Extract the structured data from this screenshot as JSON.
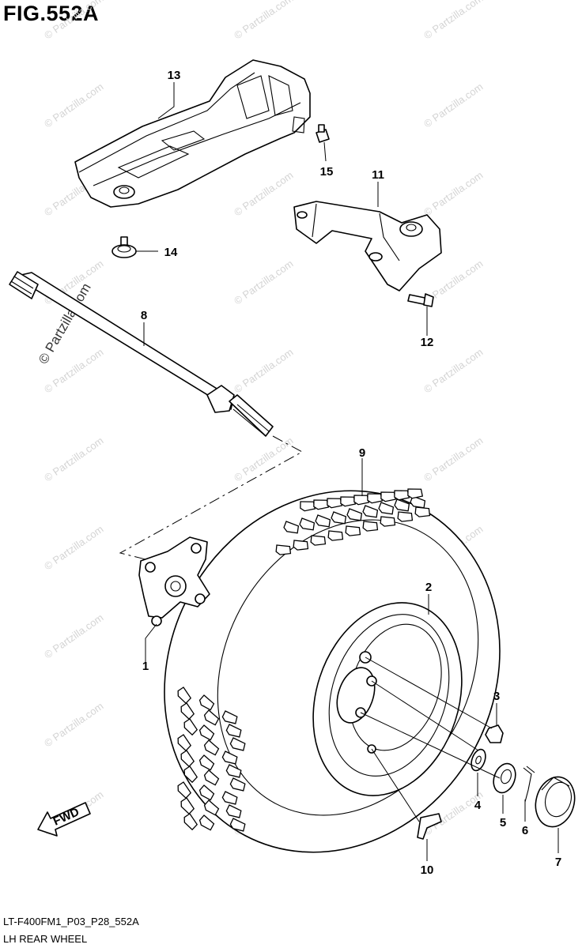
{
  "figure": {
    "title": "FIG.552A",
    "drawing_code": "LT-F400FM1_P03_P28_552A",
    "section_name": "LH REAR WHEEL"
  },
  "callouts": [
    "1",
    "2",
    "3",
    "4",
    "5",
    "6",
    "7",
    "8",
    "9",
    "10",
    "11",
    "12",
    "13",
    "14",
    "15"
  ],
  "watermark": {
    "side_text": "© Partzilla.com",
    "tile_text": "© Partzilla.com"
  },
  "direction_label": "FWD"
}
